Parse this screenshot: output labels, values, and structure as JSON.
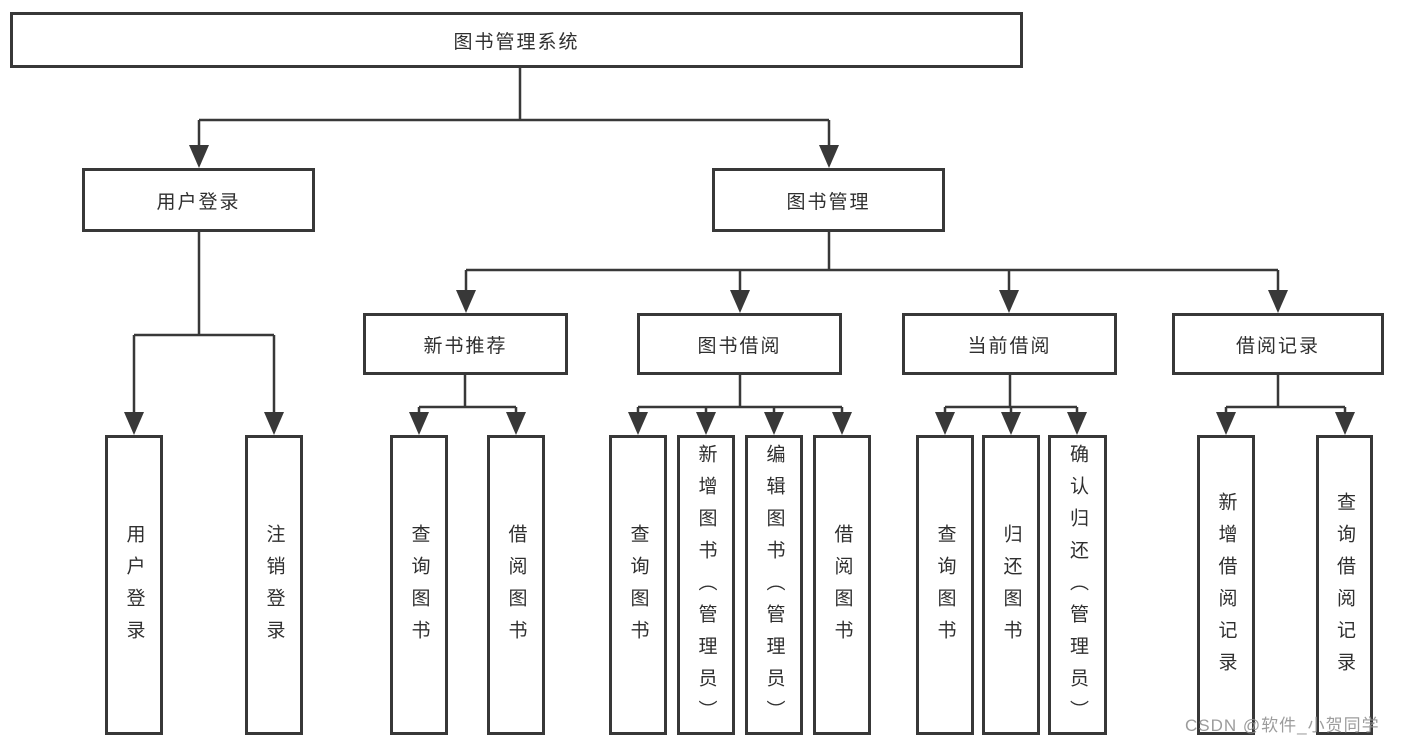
{
  "diagram": {
    "type": "hierarchy-tree",
    "colors": {
      "line": "#383838",
      "text": "#2f2f2f",
      "background": "#ffffff",
      "watermark_gray": "#919191"
    },
    "nodes": {
      "root": "图书管理系统",
      "user_login": "用户登录",
      "book_mgmt": "图书管理",
      "new_book_rec": "新书推荐",
      "book_borrow": "图书借阅",
      "current_borrow": "当前借阅",
      "borrow_record": "借阅记录",
      "leaf_user_login": "用户登录",
      "leaf_logout": "注销登录",
      "leaf_rec_query": "查询图书",
      "leaf_rec_borrow": "借阅图书",
      "leaf_bb_query": "查询图书",
      "leaf_bb_add": "新增图书（管理员）",
      "leaf_bb_edit": "编辑图书（管理员）",
      "leaf_bb_borrow": "借阅图书",
      "leaf_cb_query": "查询图书",
      "leaf_cb_return": "归还图书",
      "leaf_cb_confirm": "确认归还（管理员）",
      "leaf_br_add": "新增借阅记录",
      "leaf_br_query": "查询借阅记录"
    },
    "edges": [
      [
        "图书管理系统",
        "用户登录"
      ],
      [
        "图书管理系统",
        "图书管理"
      ],
      [
        "用户登录",
        "用户登录"
      ],
      [
        "用户登录",
        "注销登录"
      ],
      [
        "图书管理",
        "新书推荐"
      ],
      [
        "图书管理",
        "图书借阅"
      ],
      [
        "图书管理",
        "当前借阅"
      ],
      [
        "图书管理",
        "借阅记录"
      ],
      [
        "新书推荐",
        "查询图书"
      ],
      [
        "新书推荐",
        "借阅图书"
      ],
      [
        "图书借阅",
        "查询图书"
      ],
      [
        "图书借阅",
        "新增图书（管理员）"
      ],
      [
        "图书借阅",
        "编辑图书（管理员）"
      ],
      [
        "图书借阅",
        "借阅图书"
      ],
      [
        "当前借阅",
        "查询图书"
      ],
      [
        "当前借阅",
        "归还图书"
      ],
      [
        "当前借阅",
        "确认归还（管理员）"
      ],
      [
        "借阅记录",
        "新增借阅记录"
      ],
      [
        "借阅记录",
        "查询借阅记录"
      ]
    ]
  },
  "watermark": "CSDN @软件_小贺同学"
}
